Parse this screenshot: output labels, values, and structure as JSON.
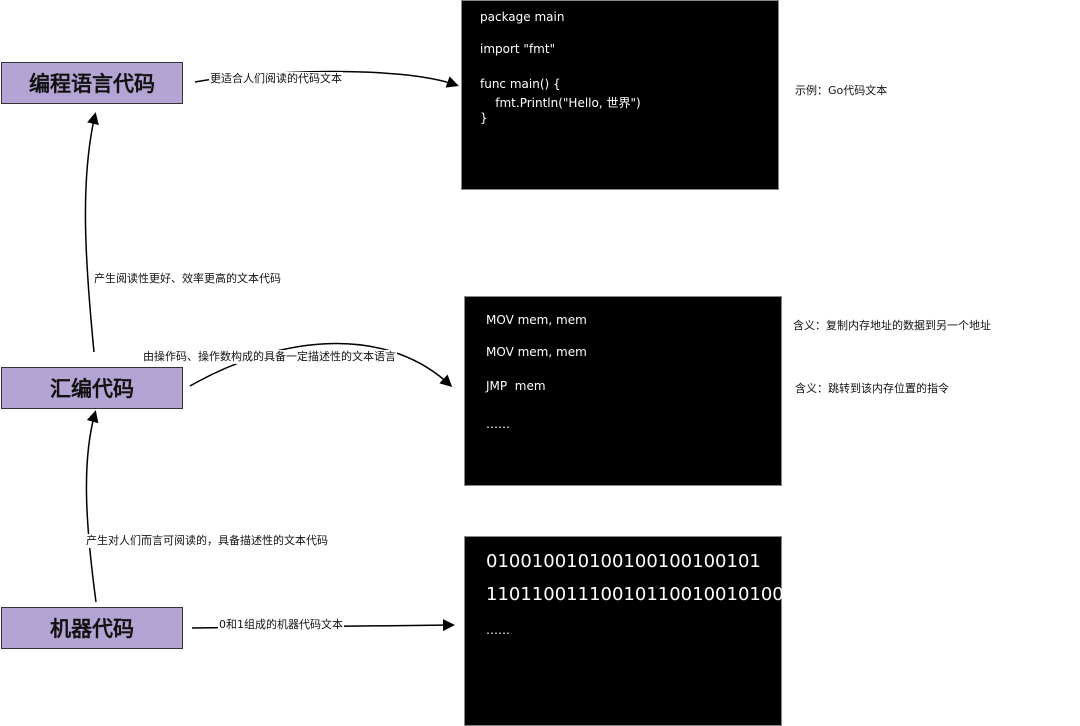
{
  "boxes": {
    "high": "编程语言代码",
    "asm": "汇编代码",
    "machine": "机器代码"
  },
  "edges": {
    "high_to_go": "更适合人们阅读的代码文本",
    "asm_to_high": "产生阅读性更好、效率更高的文本代码",
    "asm_to_code": "由操作码、操作数构成的具备一定描述性的文本语言",
    "machine_to_asm": "产生对人们而言可阅读的，具备描述性的文本代码",
    "machine_to_code": "0和1组成的机器代码文本"
  },
  "go_code": [
    "package main",
    "import \"fmt\"",
    "func main() {",
    "    fmt.Println(\"Hello, 世界\")",
    "}"
  ],
  "asm_code": [
    "MOV mem, mem",
    "MOV mem, mem",
    "JMP  mem",
    "……"
  ],
  "bin_code": [
    "010010010100100100100101",
    "11011001110010110010010100",
    "……"
  ],
  "notes": {
    "go": "示例：Go代码文本",
    "mov": "含义：复制内存地址的数据到另一个地址",
    "jmp": "含义：跳转到该内存位置的指令"
  },
  "colors": {
    "box_fill": "#b3a4d4",
    "code_bg": "#000000"
  }
}
